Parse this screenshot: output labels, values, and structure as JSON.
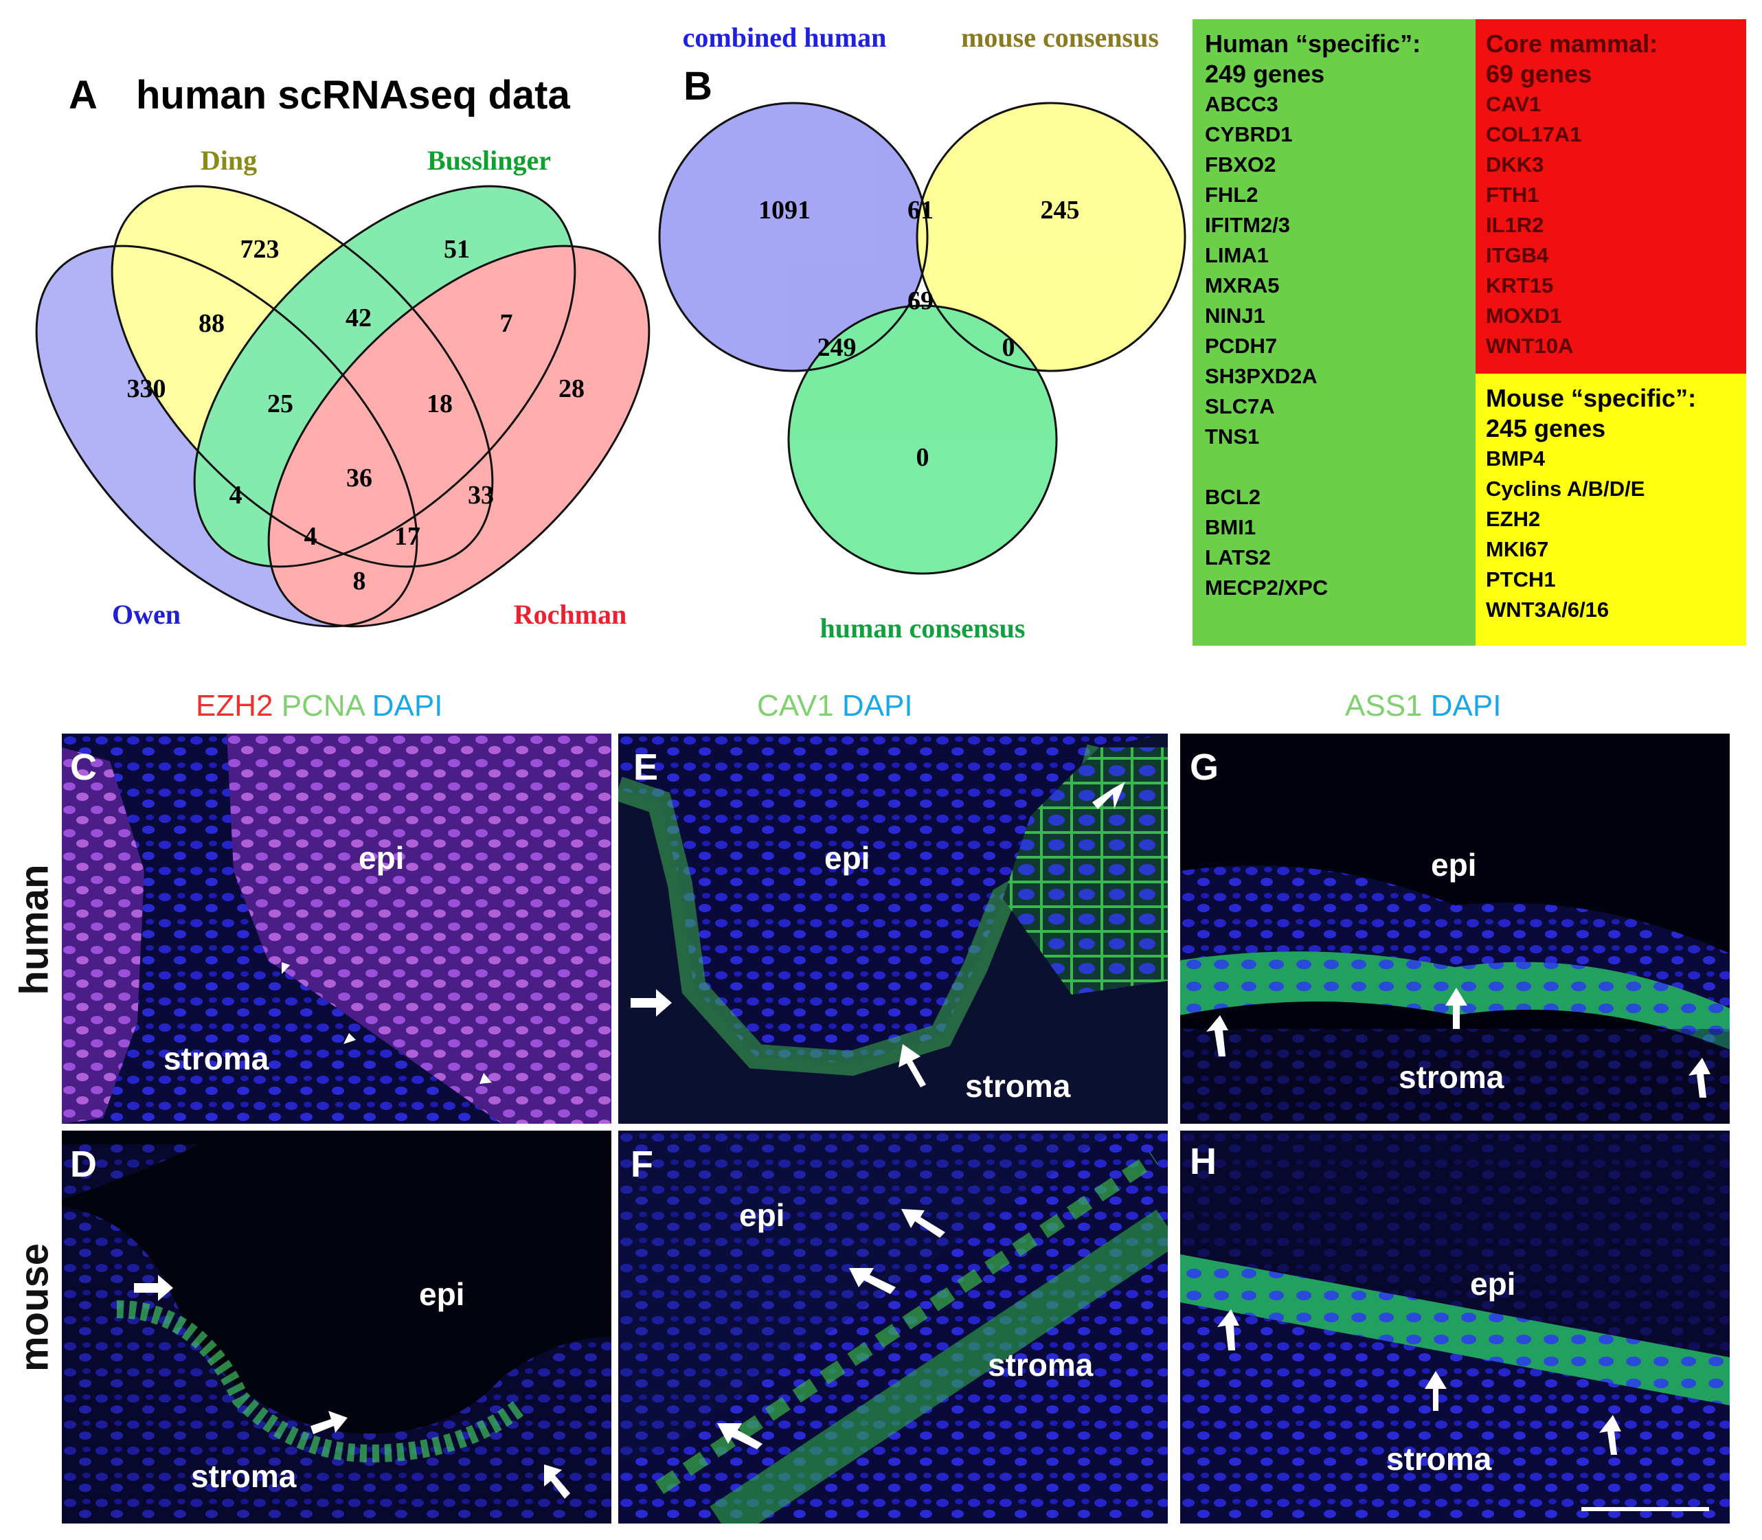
{
  "panelA": {
    "letter": "A",
    "title": "human scRNAseq data",
    "sets": {
      "ding": "Ding",
      "busslinger": "Busslinger",
      "owen": "Owen",
      "rochman": "Rochman"
    },
    "colors": {
      "owen": "#7f7ff2",
      "ding": "#ffff88",
      "busslinger": "#44e480",
      "rochman": "#ff8c8c"
    },
    "counts": {
      "only_ding": "723",
      "only_busslinger": "51",
      "only_owen": "330",
      "only_rochman": "28",
      "owen_ding": "88",
      "ding_busslinger": "42",
      "busslinger_rochman": "7",
      "owen_ding_busslinger": "25",
      "ding_busslinger_rochman": "18",
      "all_four": "36",
      "owen_busslinger": "4",
      "ding_rochman": "33",
      "owen_busslinger_rochman": "4",
      "owen_ding_rochman": "17",
      "owen_rochman": "8"
    }
  },
  "panelB": {
    "letter": "B",
    "sets": {
      "combined": "combined human",
      "mouse": "mouse consensus",
      "consensus": "human consensus"
    },
    "counts": {
      "only_combined": "1091",
      "combined_mouse": "61",
      "only_mouse": "245",
      "all_three": "69",
      "combined_consensus": "249",
      "mouse_consensus": "0",
      "only_consensus": "0"
    }
  },
  "human_specific": {
    "title": "Human “specific”:",
    "count": "249 genes",
    "genes": [
      "ABCC3",
      "CYBRD1",
      "FBXO2",
      "FHL2",
      "IFITM2/3",
      "LIMA1",
      "MXRA5",
      "NINJ1",
      "PCDH7",
      "SH3PXD2A",
      "SLC7A",
      "TNS1"
    ],
    "genes2": [
      "BCL2",
      "BMI1",
      "LATS2",
      "MECP2/XPC"
    ],
    "color": "#6ccf4a"
  },
  "core_mammal": {
    "title": "Core mammal:",
    "count": "69 genes",
    "genes": [
      "CAV1",
      "COL17A1",
      "DKK3",
      "FTH1",
      "IL1R2",
      "ITGB4",
      "KRT15",
      "MOXD1",
      "WNT10A"
    ],
    "color": "#f01010"
  },
  "mouse_specific": {
    "title": "Mouse “specific”:",
    "count": "245 genes",
    "genes": [
      "BMP4",
      "Cyclins A/B/D/E",
      "EZH2",
      "MKI67",
      "PTCH1",
      "WNT3A/6/16"
    ],
    "color": "#ffff10"
  },
  "stains": {
    "col1": {
      "a": "EZH2",
      "b": "PCNA",
      "c": "DAPI"
    },
    "col2": {
      "a": "CAV1",
      "b": "DAPI"
    },
    "col3": {
      "a": "ASS1",
      "b": "DAPI"
    }
  },
  "rows": {
    "human": "human",
    "mouse": "mouse"
  },
  "micro": {
    "C": {
      "letter": "C",
      "epi": "epi",
      "stroma": "stroma"
    },
    "D": {
      "letter": "D",
      "epi": "epi",
      "stroma": "stroma"
    },
    "E": {
      "letter": "E",
      "epi": "epi",
      "stroma": "stroma"
    },
    "F": {
      "letter": "F",
      "epi": "epi",
      "stroma": "stroma"
    },
    "G": {
      "letter": "G",
      "epi": "epi",
      "stroma": "stroma"
    },
    "H": {
      "letter": "H",
      "epi": "epi",
      "stroma": "stroma"
    }
  }
}
